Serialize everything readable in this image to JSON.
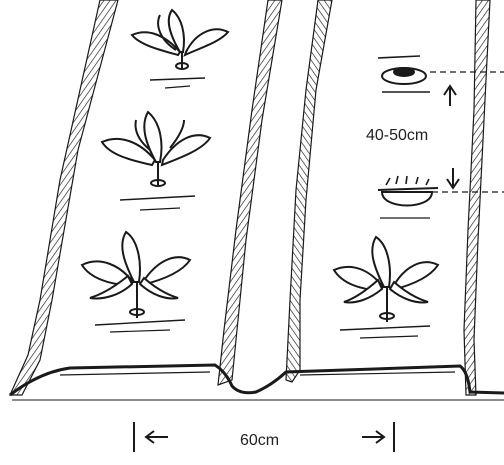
{
  "labels": {
    "spacing_in_row": "40-50cm",
    "row_width": "60cm"
  },
  "diagram": {
    "style": "black ink line drawing",
    "beds": 2,
    "plants_left_bed": 3,
    "plants_right_bed": 1,
    "planting_holes_right_bed": 2
  },
  "colors": {
    "ink": "#1a1a1a",
    "paper": "#ffffff"
  }
}
